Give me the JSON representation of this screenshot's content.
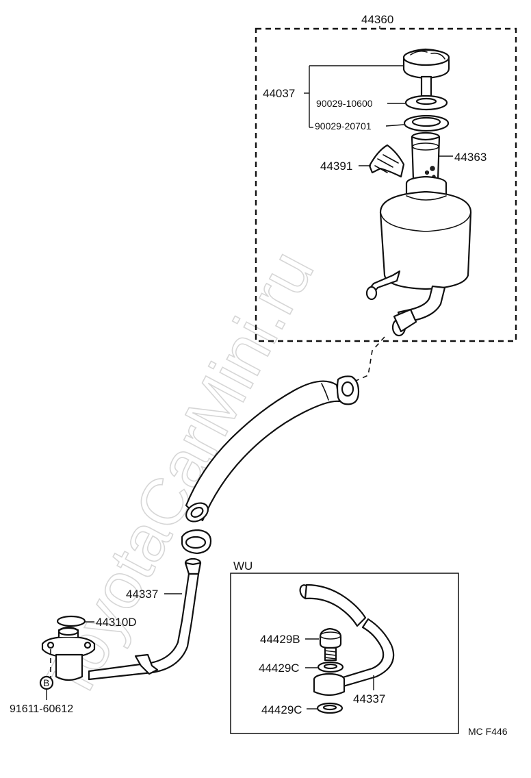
{
  "watermark": "ToyotaCarMini.ru",
  "assembly": {
    "number": "44360"
  },
  "labels": {
    "cap": "44037",
    "gasket_1": "90029-10600",
    "gasket_2": "90029-20701",
    "strainer": "44363",
    "band": "44391",
    "pipe": "44337",
    "oring": "44310D",
    "bolt_ref": "91611-60612",
    "bolt_mark": "B"
  },
  "wu_box": {
    "title": "WU",
    "labels": {
      "union_bolt": "44429B",
      "gasket_upper": "44429C",
      "gasket_lower": "44429C",
      "pipe": "44337"
    }
  },
  "figure_code": "MC F446"
}
